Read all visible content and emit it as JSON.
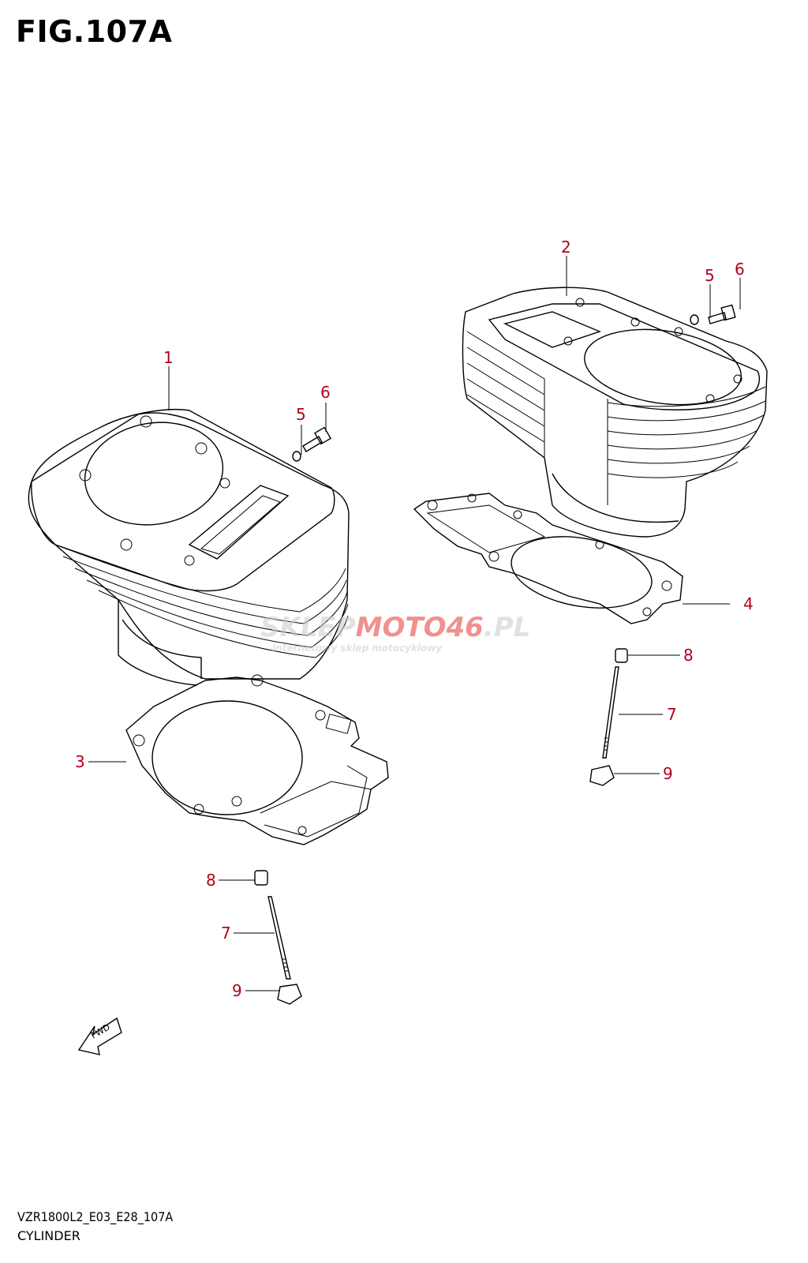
{
  "figure": {
    "title": "FIG.107A",
    "model_code": "VZR1800L2_E03_E28_107A",
    "caption": "CYLINDER"
  },
  "callouts": [
    {
      "id": "callout-1",
      "number": "1"
    },
    {
      "id": "callout-2",
      "number": "2"
    },
    {
      "id": "callout-3",
      "number": "3"
    },
    {
      "id": "callout-4",
      "number": "4"
    },
    {
      "id": "callout-5a",
      "number": "5"
    },
    {
      "id": "callout-6a",
      "number": "6"
    },
    {
      "id": "callout-5b",
      "number": "5"
    },
    {
      "id": "callout-6b",
      "number": "6"
    },
    {
      "id": "callout-7a",
      "number": "7"
    },
    {
      "id": "callout-8a",
      "number": "8"
    },
    {
      "id": "callout-9a",
      "number": "9"
    },
    {
      "id": "callout-7b",
      "number": "7"
    },
    {
      "id": "callout-8b",
      "number": "8"
    },
    {
      "id": "callout-9b",
      "number": "9"
    }
  ],
  "fwd_arrow": {
    "label": "FWD"
  },
  "watermark": {
    "part1": "SKLEP",
    "part2": "MOTO",
    "part3": "46",
    "part4": ".PL",
    "tagline": "internetowy sklep motocyklowy"
  },
  "colors": {
    "callout": "#b3001b",
    "line": "#000000",
    "watermark_red": "#e53935",
    "watermark_gray": "#c9c9c9"
  }
}
